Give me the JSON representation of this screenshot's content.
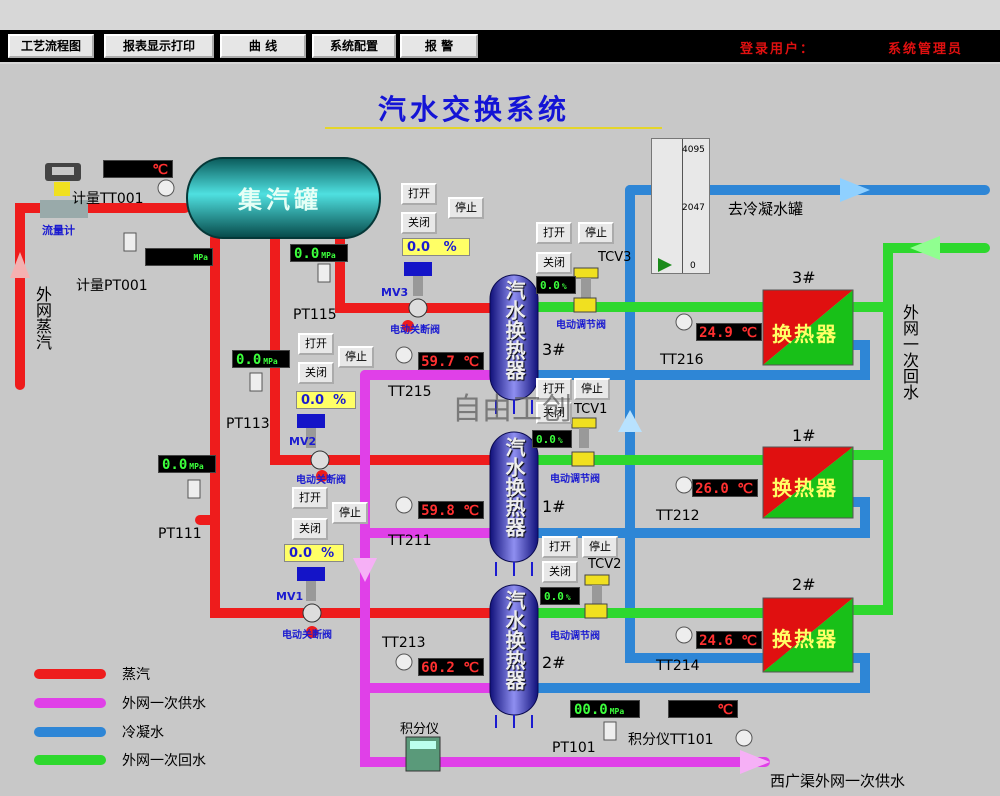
{
  "nav": {
    "tabs": [
      "工艺流程图",
      "报表显示打印",
      "曲  线",
      "系统配置",
      "报  警"
    ],
    "login_label": "登录用户：",
    "login_user": "系统管理员"
  },
  "title": "汽水交换系统",
  "tank": {
    "label": "集汽罐"
  },
  "flowmeter": {
    "label": "流量计"
  },
  "steam_inlet": {
    "label": "外网蒸汽"
  },
  "meters": {
    "tt001": {
      "label": "计量TT001",
      "value": "",
      "unit": "℃"
    },
    "pt001": {
      "label": "计量PT001",
      "value": "",
      "unit": "MPa"
    },
    "pt115": {
      "label": "PT115",
      "value": "0.0",
      "unit": "MPa"
    },
    "pt113": {
      "label": "PT113",
      "value": "0.0",
      "unit": "MPa"
    },
    "pt111": {
      "label": "PT111",
      "value": "0.0",
      "unit": "MPa"
    },
    "pt101": {
      "label": "PT101",
      "value": "00.0",
      "unit": "MPa"
    },
    "tt101": {
      "label": "积分仪TT101",
      "value": "",
      "unit": "℃"
    },
    "tt215": {
      "label": "TT215",
      "value": "59.7",
      "unit": "℃"
    },
    "tt211": {
      "label": "TT211",
      "value": "59.8",
      "unit": "℃"
    },
    "tt213": {
      "label": "TT213",
      "value": "60.2",
      "unit": "℃"
    },
    "tt216": {
      "label": "TT216",
      "value": "24.9",
      "unit": "℃"
    },
    "tt212": {
      "label": "TT212",
      "value": "26.0",
      "unit": "℃"
    },
    "tt214": {
      "label": "TT214",
      "value": "24.6",
      "unit": "℃"
    }
  },
  "valves": {
    "mv3": {
      "label": "MV3",
      "type": "电动关断阀",
      "open": "打开",
      "close": "关闭",
      "stop": "停止",
      "value": "0.0",
      "unit": "%"
    },
    "mv2": {
      "label": "MV2",
      "type": "电动关断阀",
      "open": "打开",
      "close": "关闭",
      "stop": "停止",
      "value": "0.0",
      "unit": "%"
    },
    "mv1": {
      "label": "MV1",
      "type": "电动关断阀",
      "open": "打开",
      "close": "关闭",
      "stop": "停止",
      "value": "0.0",
      "unit": "%"
    },
    "tcv3": {
      "label": "TCV3",
      "type": "电动调节阀",
      "open": "打开",
      "close": "关闭",
      "stop": "停止",
      "value": "0.0",
      "unit": "%"
    },
    "tcv1": {
      "label": "TCV1",
      "type": "电动调节阀",
      "open": "打开",
      "close": "关闭",
      "stop": "停止",
      "value": "0.0",
      "unit": "%"
    },
    "tcv2": {
      "label": "TCV2",
      "type": "电动调节阀",
      "open": "打开",
      "close": "关闭",
      "stop": "停止",
      "value": "0.0",
      "unit": "%"
    }
  },
  "exchangers": {
    "ex3": {
      "label": "汽水换热器",
      "num": "3#"
    },
    "ex1": {
      "label": "汽水换热器",
      "num": "1#"
    },
    "ex2": {
      "label": "汽水换热器",
      "num": "2#"
    }
  },
  "heat_exchangers": {
    "hx3": {
      "num": "3#",
      "label": "换热器"
    },
    "hx1": {
      "num": "1#",
      "label": "换热器"
    },
    "hx2": {
      "num": "2#",
      "label": "换热器"
    }
  },
  "gauge": {
    "max": "4095",
    "mid": "2047",
    "min": "0"
  },
  "to_condensate": "去冷凝水罐",
  "return_water": "外网一次回水",
  "integrator": "积分仪",
  "supply_out": "西广渠外网一次供水",
  "watermark": "自由工创",
  "legend": [
    {
      "label": "蒸汽",
      "color": "#ee1c1c"
    },
    {
      "label": "外网一次供水",
      "color": "#e040e8"
    },
    {
      "label": "冷凝水",
      "color": "#2e86d6"
    },
    {
      "label": "外网一次回水",
      "color": "#2ed82e"
    }
  ],
  "colors": {
    "steam": "#ee1c1c",
    "supply": "#e040e8",
    "condensate": "#2e86d6",
    "return": "#2ed82e"
  }
}
